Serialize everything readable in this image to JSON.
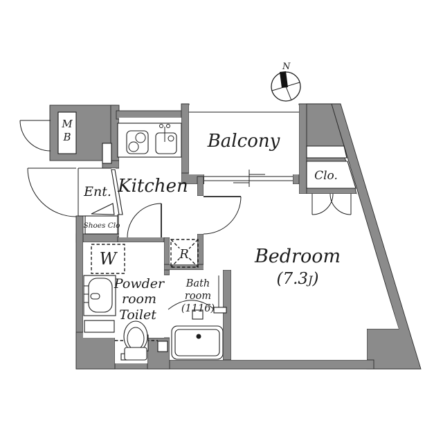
{
  "floorplan": {
    "compass": {
      "north_label": "N"
    },
    "rooms": {
      "balcony": "Balcony",
      "kitchen": "Kitchen",
      "entrance": "Ent.",
      "closet": "Clo.",
      "meter_box_line1": "M",
      "meter_box_line2": "B",
      "shoes_closet": "Shoes Clo",
      "washer_space": "W",
      "refrigerator_space": "R",
      "powder_line1": "Powder",
      "powder_line2": "room",
      "toilet": "Toilet",
      "bath_line1": "Bath",
      "bath_line2": "room",
      "bath_line3": "(1116)",
      "bedroom": "Bedroom",
      "bedroom_size_pre": "(7.3",
      "bedroom_size_unit": "J",
      "bedroom_size_post": ")"
    },
    "colors": {
      "wall": "#8b8b8b",
      "line": "#1c1c1c",
      "floor": "#ffffff"
    }
  }
}
